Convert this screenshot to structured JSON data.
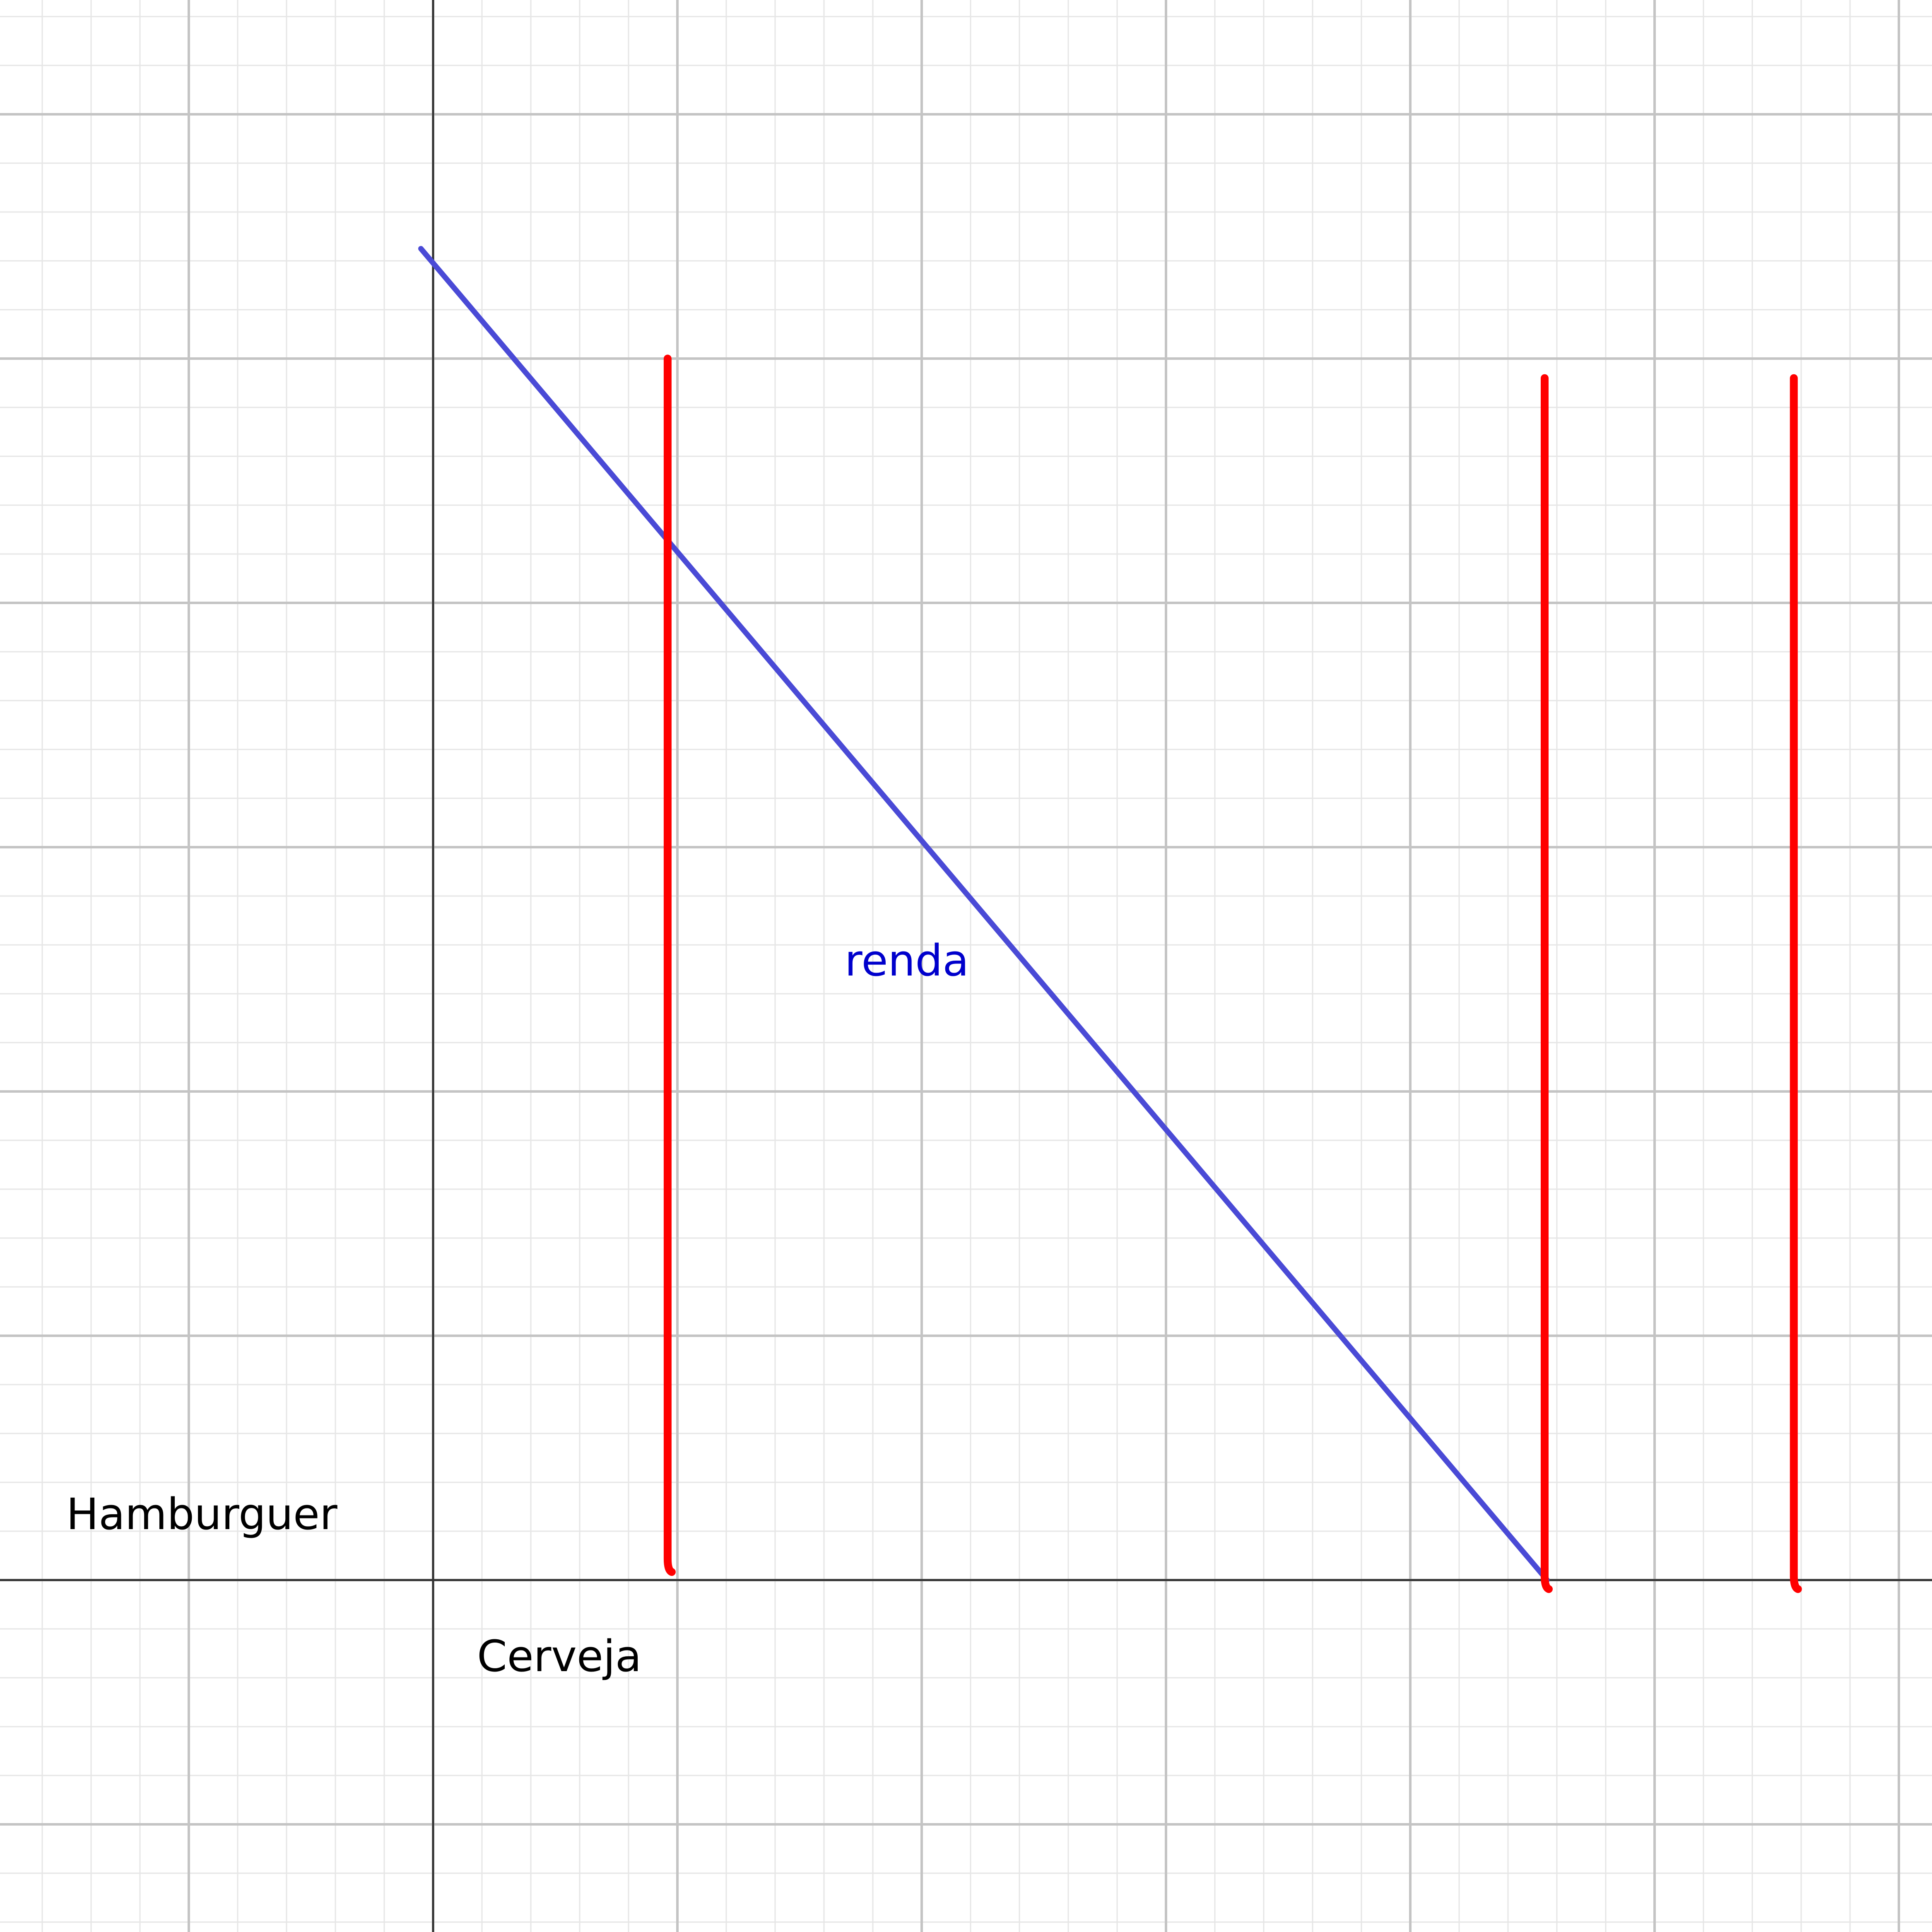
{
  "canvas": {
    "background": "#ffffff",
    "grid_minor_color": "#e6e6e6",
    "grid_major_color": "#c4c4c4",
    "axis_color": "#333333"
  },
  "labels": {
    "y_axis": "Hamburguer",
    "x_axis": "Cerveja",
    "budget_line": "renda"
  },
  "shapes": {
    "budget_line": {
      "color": "#4a4ad6",
      "from": {
        "x": -0.05,
        "y": 5.45
      },
      "to": {
        "x": 4.56,
        "y": 0
      }
    },
    "red_strokes": {
      "color": "#ff0000",
      "items": [
        {
          "x": 0.96,
          "y_top": 5.0,
          "y_bottom": 0.05
        },
        {
          "x": 4.55,
          "y_top": 4.92,
          "y_bottom": -0.02
        },
        {
          "x": 5.57,
          "y_top": 4.92,
          "y_bottom": -0.02
        }
      ]
    }
  }
}
